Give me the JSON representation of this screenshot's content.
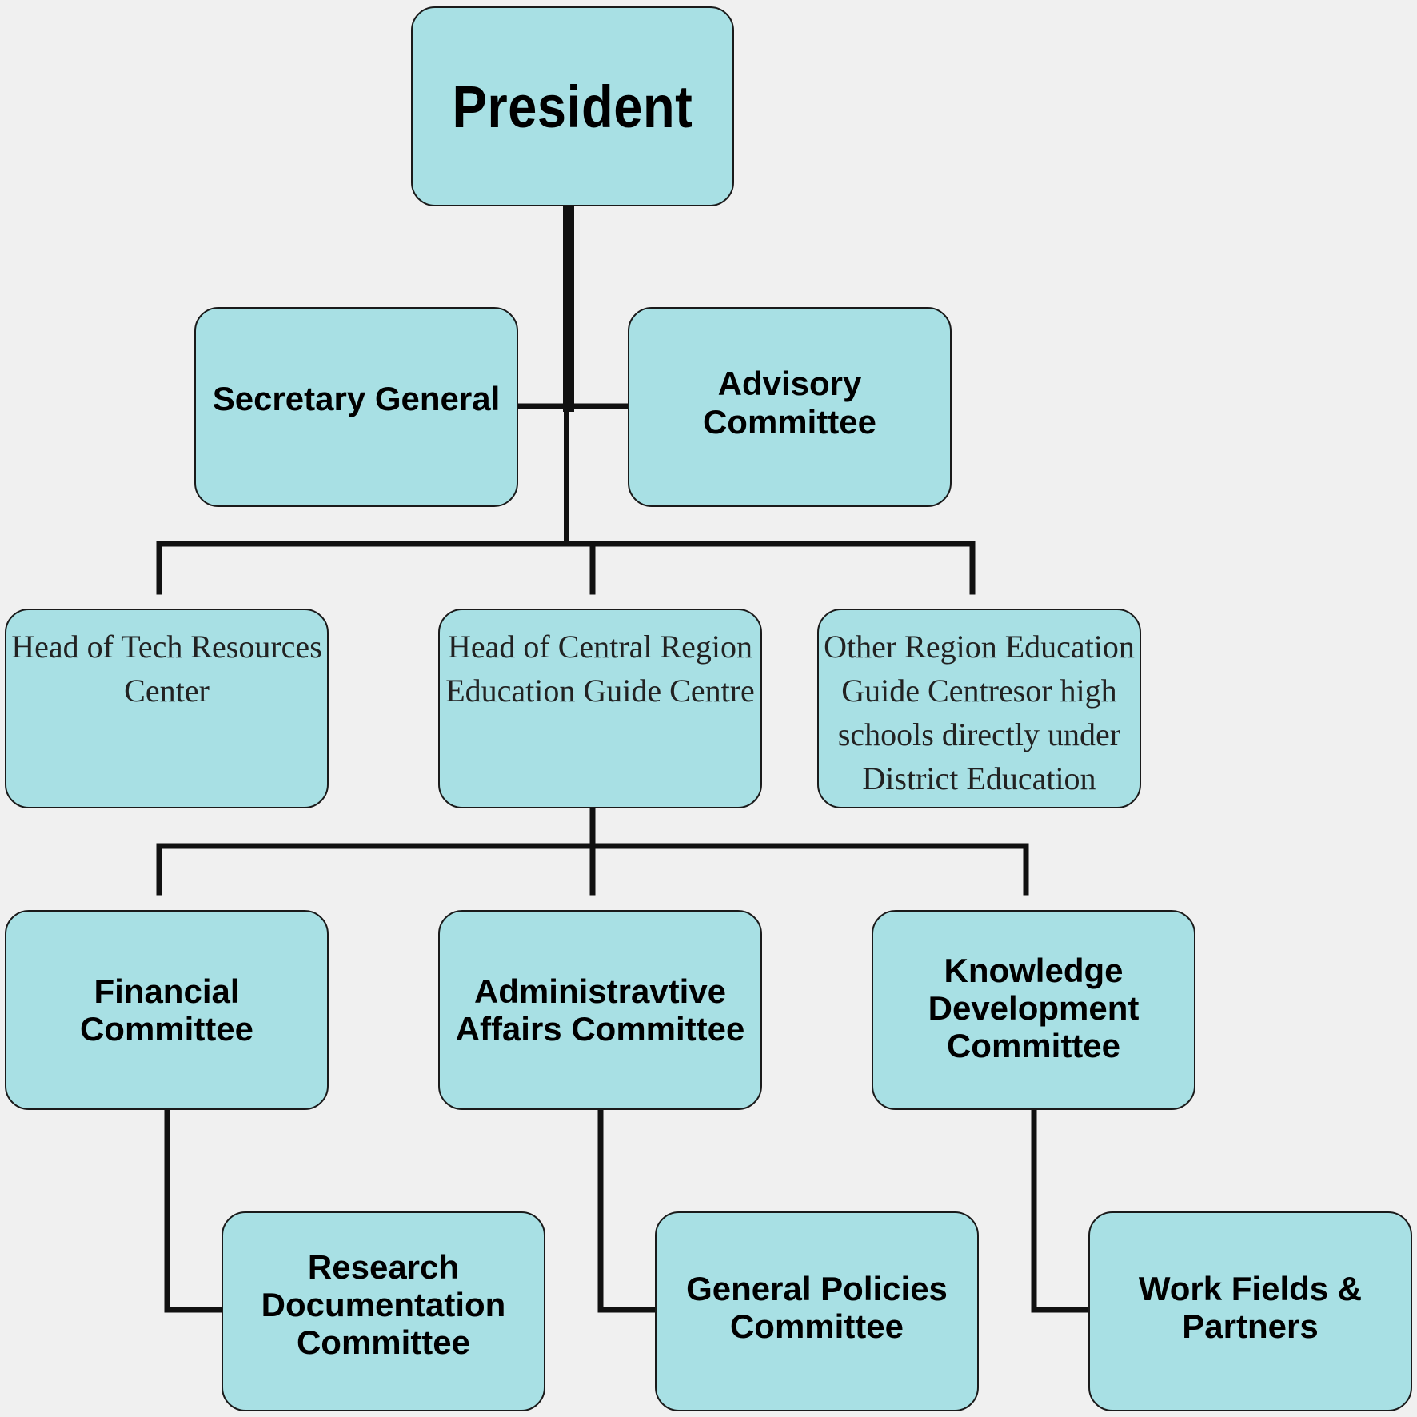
{
  "org_chart": {
    "president": "President",
    "secretary_general": "Secretary General",
    "advisory_committee": "Advisory Committee",
    "tech_resources": "Head of Tech Resources\nCenter",
    "central_region": "Head of Central Region\nEducation Guide Centre",
    "other_region": "Other Region Education\nGuide Centresor high\nschools directly under\nDistrict Education",
    "financial_committee": "Financial Committee",
    "administrative_committee": "Administravtive\nAffairs  Committee",
    "knowledge_committee": "Knowledge\nDevelopment\nCommittee",
    "research_committee": "Research\nDocumentation\nCommittee",
    "general_policies_committee": "General Policies\nCommittee",
    "work_fields_partners": "Work Fields &\nPartners"
  },
  "colors": {
    "box_fill": "#a8e0e4",
    "box_border": "#1a1a1a",
    "connector": "#111111",
    "background": "#f0f0f0"
  }
}
